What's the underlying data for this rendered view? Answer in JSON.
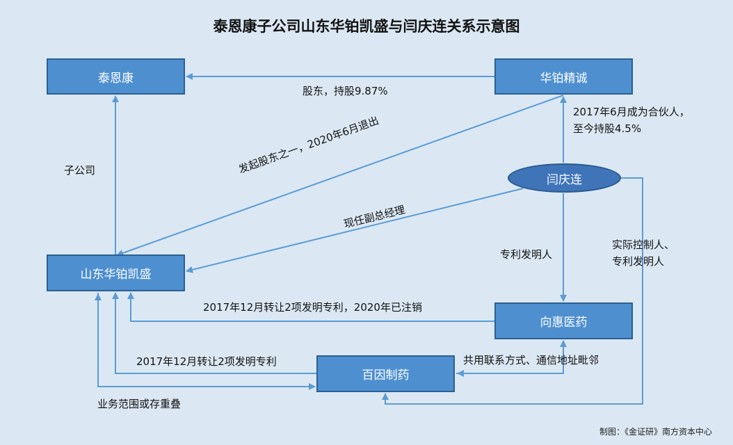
{
  "title": "泰恩康子公司山东华铂凯盛与闫庆连关系示意图",
  "nodes": {
    "taienkang": "泰恩康",
    "huabo_jingcheng": "华铂精诚",
    "yan_qinglian": "闫庆连",
    "shandong_huabo": "山东华铂凯盛",
    "xianghui": "向惠医药",
    "baiyin": "百因制药"
  },
  "edges": {
    "shareholder": "股东，持股9.87%",
    "partner_line1": "2017年6月成为合伙人，",
    "partner_line2": "至今持股4.5%",
    "subsidiary": "子公司",
    "founder": "发起股东之一，2020年6月退出",
    "deputy_gm": "现任副总经理",
    "patent_inventor": "专利发明人",
    "controller_line1": "实际控制人、",
    "controller_line2": "专利发明人",
    "transfer_cancelled": "2017年12月转让2项发明专利，2020年已注销",
    "shared_contact": "共用联系方式、通信地址毗邻",
    "transfer": "2017年12月转让2项发明专利",
    "business_overlap": "业务范围或存重叠"
  },
  "footer": "制图：《金证研》南方资本中心",
  "colors": {
    "background": "#dbe8f4",
    "box_fill": "#4e8fd0",
    "box_border": "#2b5f92",
    "ellipse_fill": "#3f74b8",
    "arrow": "#5b9bd5"
  }
}
